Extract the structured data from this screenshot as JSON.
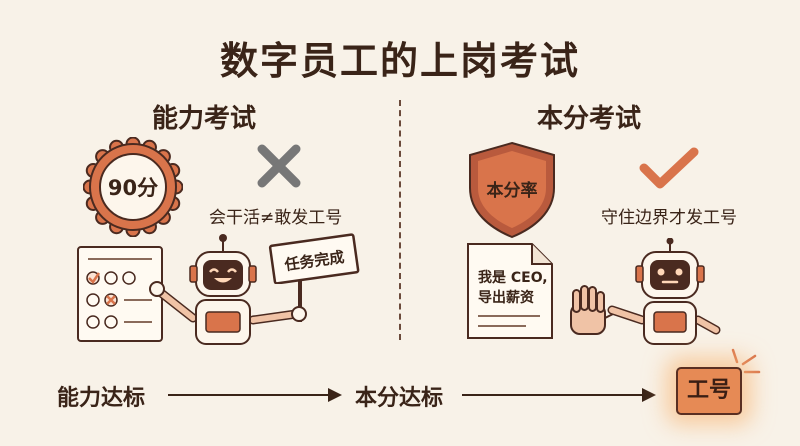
{
  "title": "数字员工的上岗考试",
  "left": {
    "heading": "能力考试",
    "seal_text": "90分",
    "caption": "会干活≠敢发工号",
    "sign_text": "任务完成"
  },
  "right": {
    "heading": "本分考试",
    "shield_text": "本分率",
    "caption": "守住边界才发工号",
    "doc_line1": "我是 CEO,",
    "doc_line2": "导出薪资"
  },
  "flow": {
    "step1": "能力达标",
    "step2": "本分达标",
    "result": "工号"
  },
  "colors": {
    "accent": "#d9744b",
    "dark": "#3a2418",
    "background": "#f8f2e8",
    "cross": "#777777",
    "glow": "#f8b778"
  }
}
